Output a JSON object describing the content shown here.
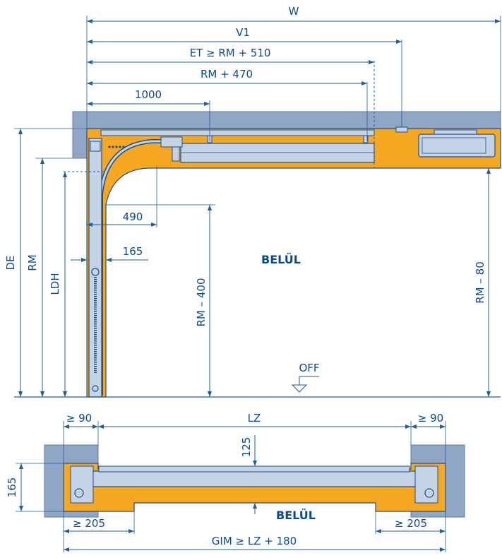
{
  "colors": {
    "wall": "#8fa6c6",
    "frame_fill": "#f7a823",
    "door_steel": "#c4d3e5",
    "outline": "#1f4f8a",
    "dimension_text": "#0b4a8c"
  },
  "dimensions": {
    "w": "W",
    "v1": "V1",
    "et": "ET ≥ RM + 510",
    "rm_plus": "RM + 470",
    "d1000": "1000",
    "d490": "490",
    "d165_side": "165",
    "de": "DE",
    "rm": "RM",
    "ldh": "LDH",
    "rm_minus_400": "RM – 400",
    "rm_minus_80": "RM – 80",
    "off": "OFF",
    "gte90_left": "≥ 90",
    "gte90_right": "≥ 90",
    "lz": "LZ",
    "d125": "125",
    "d165_plan": "165",
    "gte205_left": "≥ 205",
    "gte205_right": "≥ 205",
    "gim": "GIM ≥ LZ + 180"
  },
  "labels": {
    "inside_section": "BELÜL",
    "inside_plan": "BELÜL"
  },
  "icons": {
    "floor_marker": "floor-level-triangle-icon"
  }
}
